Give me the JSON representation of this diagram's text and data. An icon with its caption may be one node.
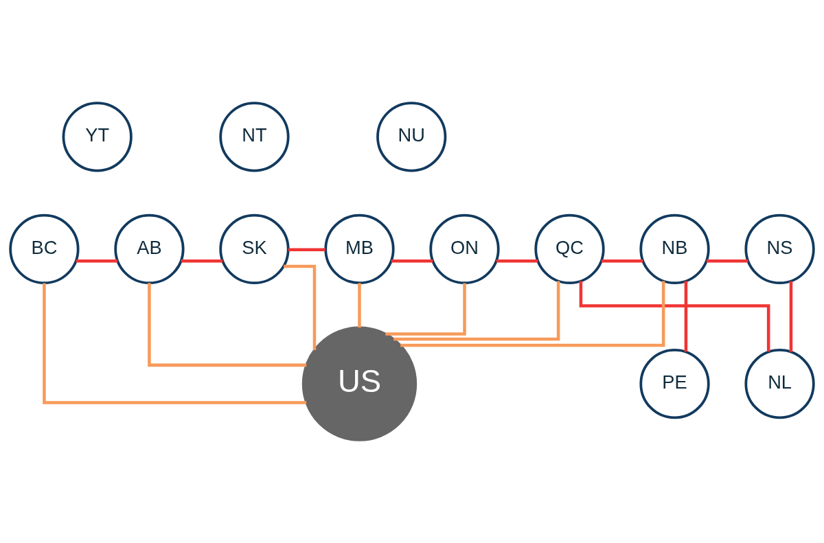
{
  "diagram": {
    "nodes": [
      {
        "text": [
          "YT"
        ]
      },
      {
        "text": [
          "NT"
        ]
      },
      {
        "text": [
          "NU"
        ]
      },
      {
        "text": [
          "NL"
        ]
      },
      {
        "text": [
          "BC"
        ]
      },
      {
        "text": [
          "AB"
        ]
      },
      {
        "text": [
          "SK"
        ]
      },
      {
        "text": [
          "MB"
        ]
      },
      {
        "text": [
          "ON"
        ]
      },
      {
        "text": [
          "QC"
        ]
      },
      {
        "text": [
          "NB"
        ]
      },
      {
        "text": [
          "NS"
        ]
      },
      {
        "text": [
          "PE"
        ]
      },
      {
        "text": [
          "US"
        ]
      }
    ],
    "edges": [
      {
        "from": 4,
        "to": 5,
        "arrow": "none"
      },
      {
        "from": 5,
        "to": 6,
        "arrow": "none"
      },
      {
        "from": 6,
        "to": 7,
        "arrow": "none"
      },
      {
        "from": 7,
        "to": 8,
        "arrow": "none"
      },
      {
        "from": 8,
        "to": 9,
        "arrow": "none"
      },
      {
        "from": 9,
        "to": 10,
        "arrow": "none"
      },
      {
        "from": 10,
        "to": 11,
        "arrow": "none"
      },
      {
        "from": 9,
        "to": 3,
        "arrow": "none"
      },
      {
        "from": 3,
        "to": 11,
        "arrow": "none"
      },
      {
        "from": 10,
        "to": 12,
        "arrow": "none"
      },
      {
        "from": 4,
        "to": 13,
        "arrow": "none",
        "color": "#f79a5a"
      },
      {
        "from": 5,
        "to": 13,
        "arrow": "none",
        "color": "#f79a5a"
      },
      {
        "from": 6,
        "to": 13,
        "arrow": "none",
        "color": "#f79a5a"
      },
      {
        "from": 7,
        "to": 13,
        "arrow": "none",
        "color": "#f79a5a"
      },
      {
        "from": 8,
        "to": 13,
        "arrow": "none",
        "color": "#f79a5a"
      },
      {
        "from": 9,
        "to": 13,
        "arrow": "none",
        "color": "#f79a5a"
      },
      {
        "from": 10,
        "to": 13,
        "arrow": "none",
        "color": "#f79a5a"
      }
    ]
  }
}
